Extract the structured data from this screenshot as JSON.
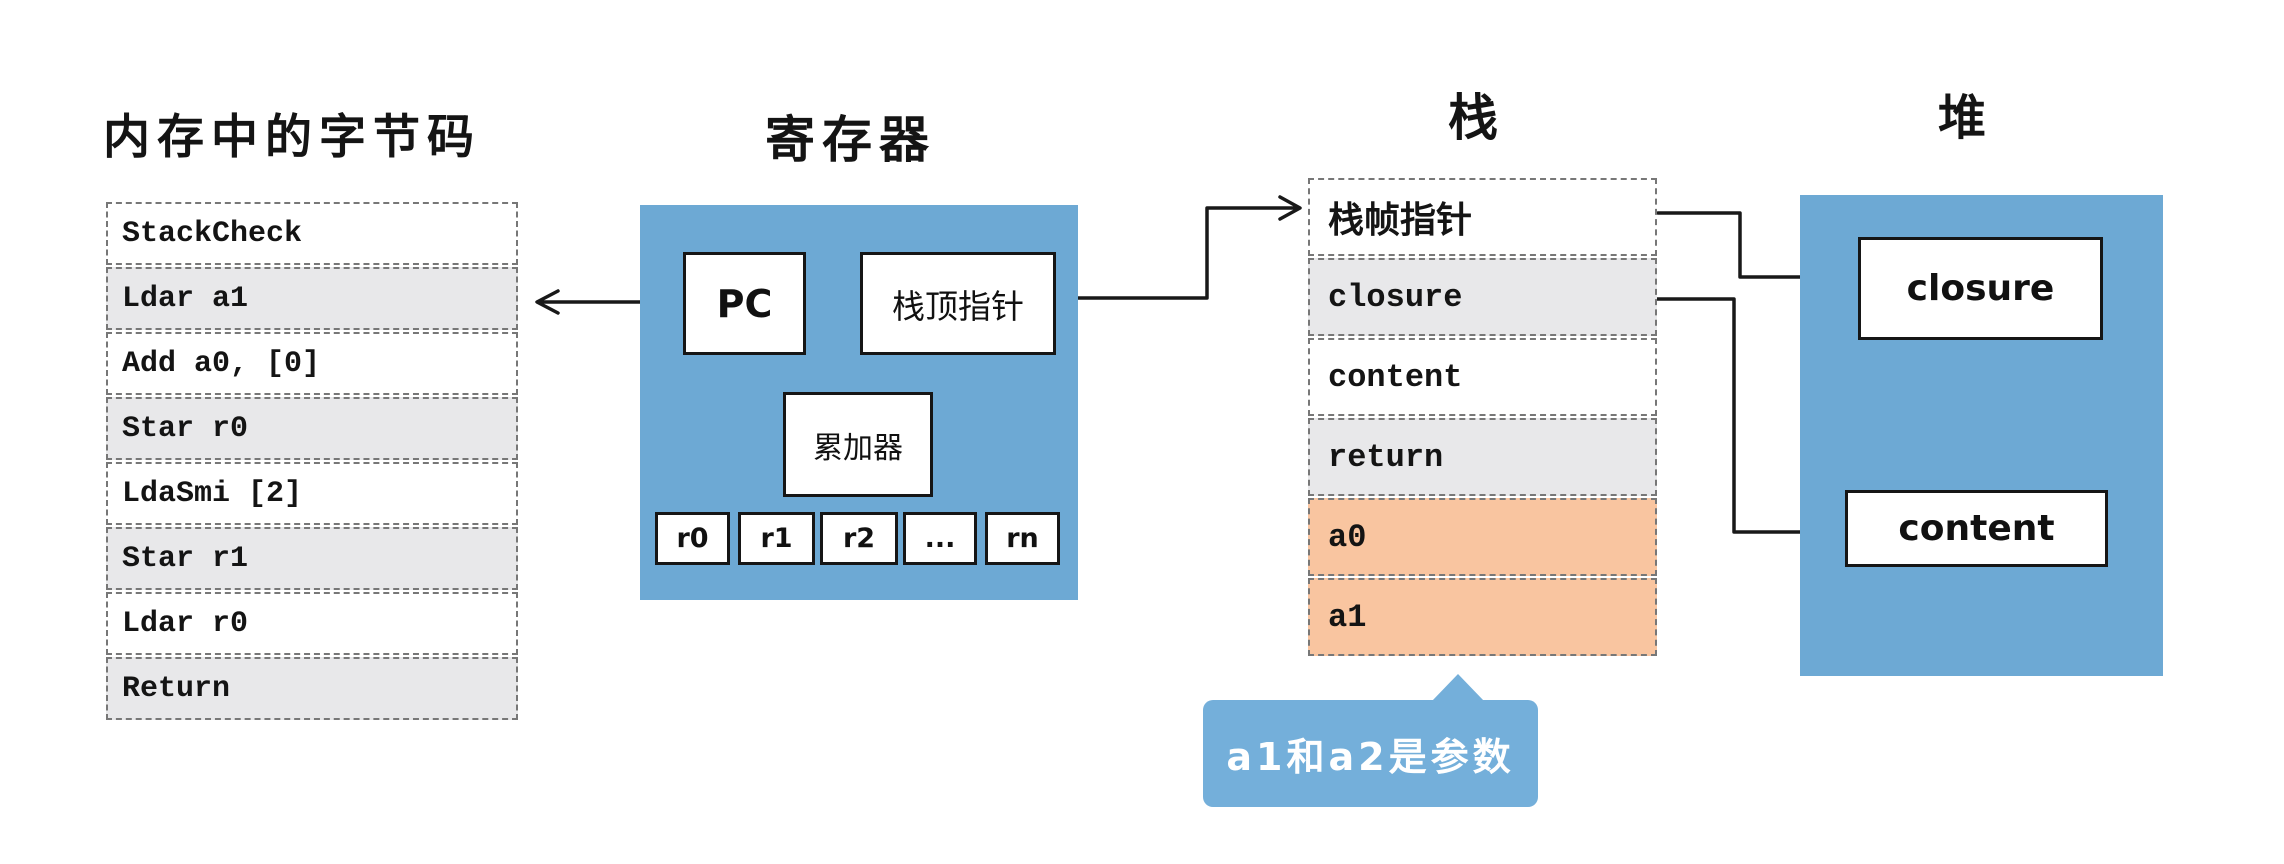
{
  "colors": {
    "panel_blue": "#6da9d4",
    "callout_blue": "#74afda",
    "row_gray": "#e8e8ea",
    "row_orange": "#f9c5a0",
    "line_black": "#191919",
    "dash_border": "#777777"
  },
  "bytecode": {
    "title": "内存中的字节码",
    "rows": [
      {
        "label": "StackCheck",
        "shade": "white"
      },
      {
        "label": "Ldar a1",
        "shade": "gray"
      },
      {
        "label": "Add a0, [0]",
        "shade": "white"
      },
      {
        "label": "Star r0",
        "shade": "gray"
      },
      {
        "label": "LdaSmi [2]",
        "shade": "white"
      },
      {
        "label": "Star r1",
        "shade": "gray"
      },
      {
        "label": "Ldar r0",
        "shade": "white"
      },
      {
        "label": "Return",
        "shade": "gray"
      }
    ]
  },
  "registers": {
    "title": "寄存器",
    "pc_label": "PC",
    "stack_top_label": "栈顶指针",
    "accumulator_label": "累加器",
    "cells": [
      "r0",
      "r1",
      "r2",
      "...",
      "rn"
    ]
  },
  "stack": {
    "title": "栈",
    "rows": [
      {
        "label": "栈帧指针",
        "shade": "white"
      },
      {
        "label": "closure",
        "shade": "gray"
      },
      {
        "label": "content",
        "shade": "white"
      },
      {
        "label": "return",
        "shade": "gray"
      },
      {
        "label": "a0",
        "shade": "orange"
      },
      {
        "label": "a1",
        "shade": "orange"
      }
    ]
  },
  "heap": {
    "title": "堆",
    "closure_label": "closure",
    "content_label": "content"
  },
  "callout": {
    "text": "a1和a2是参数"
  },
  "connectors": [
    {
      "name": "arrow-pc-to-bytecode",
      "from": "PC register",
      "to": "Ldar a1 row"
    },
    {
      "name": "arrow-stack-top-to-stack",
      "from": "栈顶指针 register",
      "to": "栈帧指针 row"
    },
    {
      "name": "line-stack-frame-to-heap-closure",
      "from": "栈帧指针 row",
      "to": "heap closure box"
    },
    {
      "name": "line-stack-closure-to-heap-content",
      "from": "closure row",
      "to": "heap content box"
    }
  ]
}
